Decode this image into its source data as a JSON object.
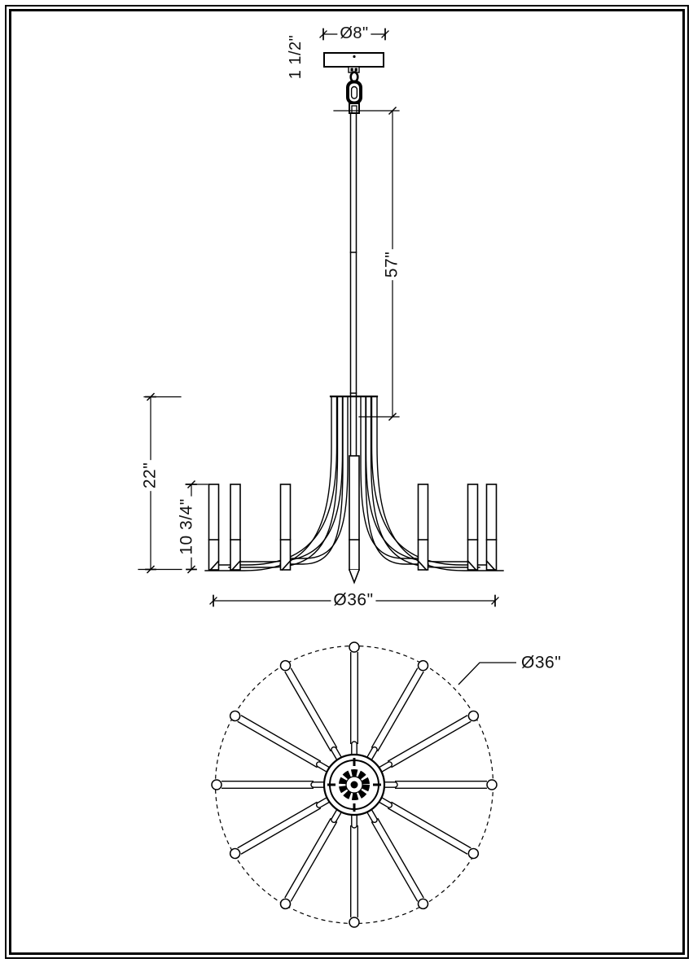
{
  "drawing": {
    "views": {
      "elevation": "side elevation of 12-arm chandelier",
      "plan": "bottom plan of 12-arm chandelier"
    },
    "dimensions": {
      "canopy_diameter": "Ø8\"",
      "canopy_height": "1 1/2\"",
      "rod_length": "57\"",
      "fixture_height": "22\"",
      "candle_height": "10 3/4\"",
      "fixture_diameter": "Ø36\"",
      "plan_diameter": "Ø36\""
    },
    "line_color": "#000000",
    "background_color": "#ffffff"
  }
}
